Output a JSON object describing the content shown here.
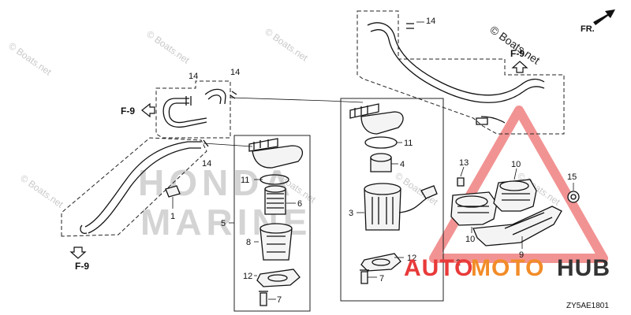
{
  "watermark": {
    "text": "© Boats.net",
    "honda_line1": "HONDA",
    "honda_line2": "MARINE"
  },
  "brand_logo": {
    "part1": "AUTO",
    "part2": "MOTO",
    "part3": "HUB",
    "color_red": "#e83a3a",
    "color_orange": "#f28c28",
    "color_dark": "#333333",
    "triangle_color": "#e83a3a"
  },
  "direction": {
    "label": "FR."
  },
  "diagram_code": "ZY5AE1801",
  "refs": {
    "f9": "F-9"
  },
  "part_numbers": {
    "p1": "1",
    "p2": "2",
    "p3": "3",
    "p4": "4",
    "p5": "5",
    "p6": "6",
    "p7": "7",
    "p8": "8",
    "p9": "9",
    "p10": "10",
    "p11": "11",
    "p12": "12",
    "p13": "13",
    "p14": "14",
    "p15": "15"
  }
}
